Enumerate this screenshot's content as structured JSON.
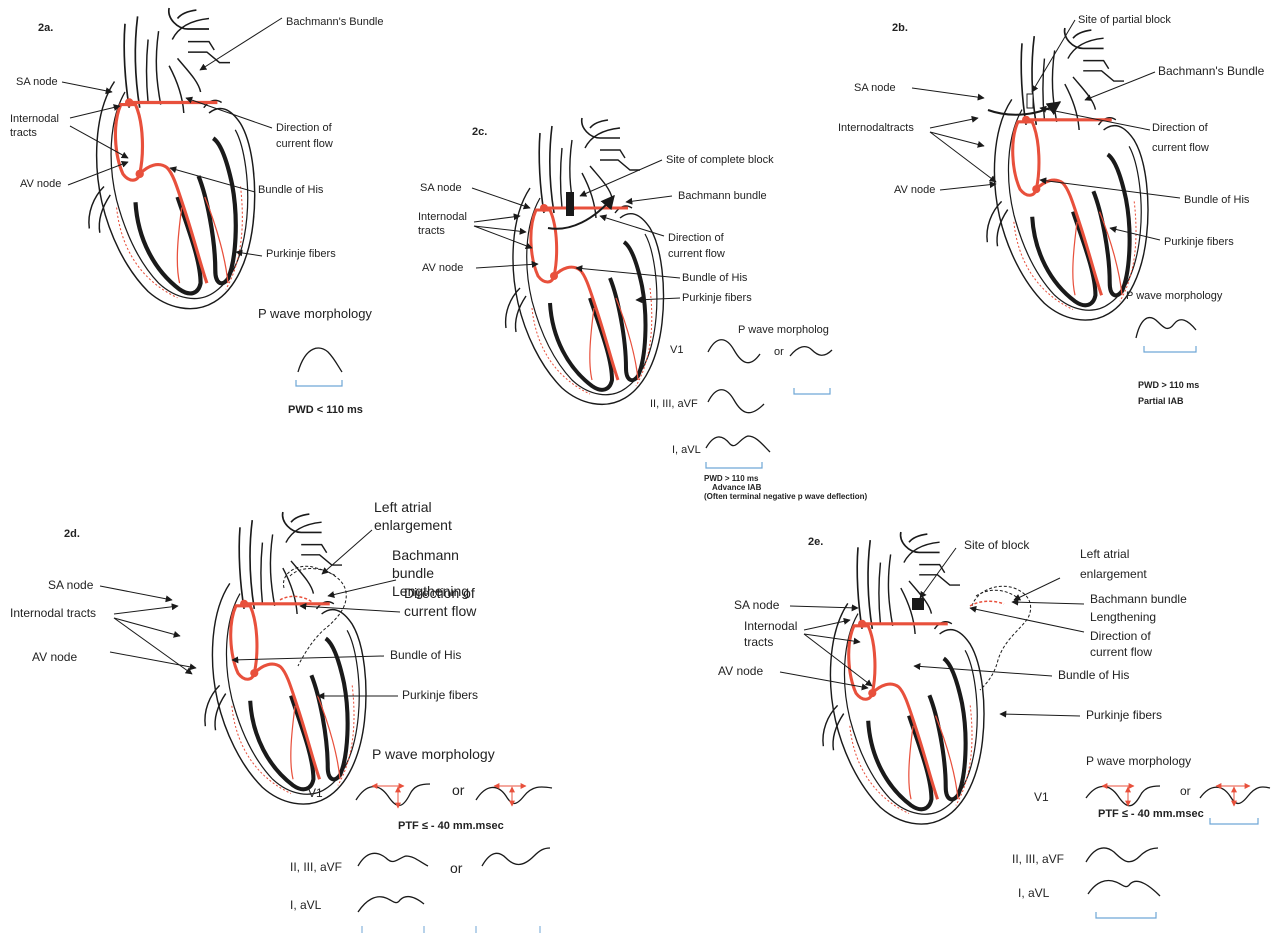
{
  "colors": {
    "conduction": "#e8503c",
    "outline": "#1a1a1a",
    "bracket": "#6fa6d6",
    "purkinje": "#e8503c"
  },
  "panels": {
    "a": {
      "tag": "2a.",
      "sa_node": "SA node",
      "internodal": "Internodal tracts",
      "av_node": "AV node",
      "bachmann": "Bachmann's Bundle",
      "direction": "Direction of current flow",
      "bundle_his": "Bundle of His",
      "purkinje": "Purkinje fibers",
      "p_wave": "P wave morphology",
      "pwd": "PWD < 110 ms"
    },
    "b": {
      "tag": "2b.",
      "block_site": "Site of partial block",
      "bachmann": "Bachmann's Bundle",
      "sa_node": "SA node",
      "internodal": "Internodaltracts",
      "direction": "Direction of current flow",
      "av_node": "AV node",
      "bundle_his": "Bundle of His",
      "purkinje": "Purkinje fibers",
      "p_wave": "P wave morphology",
      "pwd": "PWD > 110 ms",
      "iab": "Partial IAB"
    },
    "c": {
      "tag": "2c.",
      "block_site": "Site of complete block",
      "sa_node": "SA node",
      "bachmann": "Bachmann bundle",
      "internodal": "Internodal tracts",
      "direction": "Direction of current flow",
      "av_node": "AV node",
      "bundle_his": "Bundle of His",
      "purkinje": "Purkinje fibers",
      "p_wave": "P wave morpholog",
      "lead_v1": "V1",
      "or": "or",
      "lead_inf": "II, III, aVF",
      "lead_lat": "I, aVL",
      "pwd": "PWD > 110 ms",
      "iab": "Advance IAB",
      "note": "(Often terminal negative p wave deflection)"
    },
    "d": {
      "tag": "2d.",
      "lae": "Left atrial enlargement",
      "bachmann": "Bachmann bundle Lengthening",
      "sa_node": "SA node",
      "internodal": "Internodal tracts",
      "direction": "Direction of current flow",
      "av_node": "AV node",
      "bundle_his": "Bundle of His",
      "purkinje": "Purkinje fibers",
      "p_wave": "P wave morphology",
      "lead_v1": "V1",
      "or": "or",
      "ptf": "PTF ≤ - 40 mm.msec",
      "lead_inf": "II, III, aVF",
      "or2": "or",
      "lead_lat": "I, aVL"
    },
    "e": {
      "tag": "2e.",
      "block_site": "Site of block",
      "lae": "Left atrial enlargement",
      "sa_node": "SA node",
      "bachmann": "Bachmann bundle Lengthening",
      "internodal": "Internodal tracts",
      "direction": "Direction of current flow",
      "av_node": "AV node",
      "bundle_his": "Bundle of His",
      "purkinje": "Purkinje fibers",
      "p_wave": "P wave morphology",
      "lead_v1": "V1",
      "or": "or",
      "ptf": "PTF ≤ - 40 mm.msec",
      "lead_inf": "II, III, aVF",
      "lead_lat": "I, aVL"
    }
  }
}
